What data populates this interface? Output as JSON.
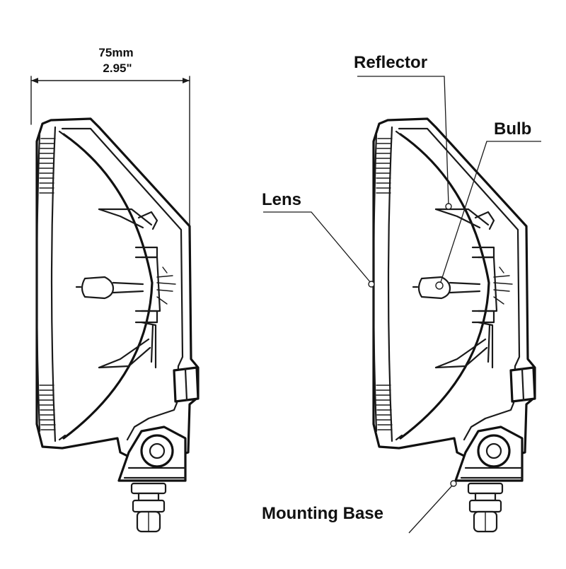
{
  "dimension": {
    "metric": "75mm",
    "imperial": "2.95\""
  },
  "callouts": {
    "reflector": "Reflector",
    "bulb": "Bulb",
    "lens": "Lens",
    "mounting_base": "Mounting Base"
  },
  "colors": {
    "line": "#1a1a1a",
    "background": "#ffffff"
  }
}
